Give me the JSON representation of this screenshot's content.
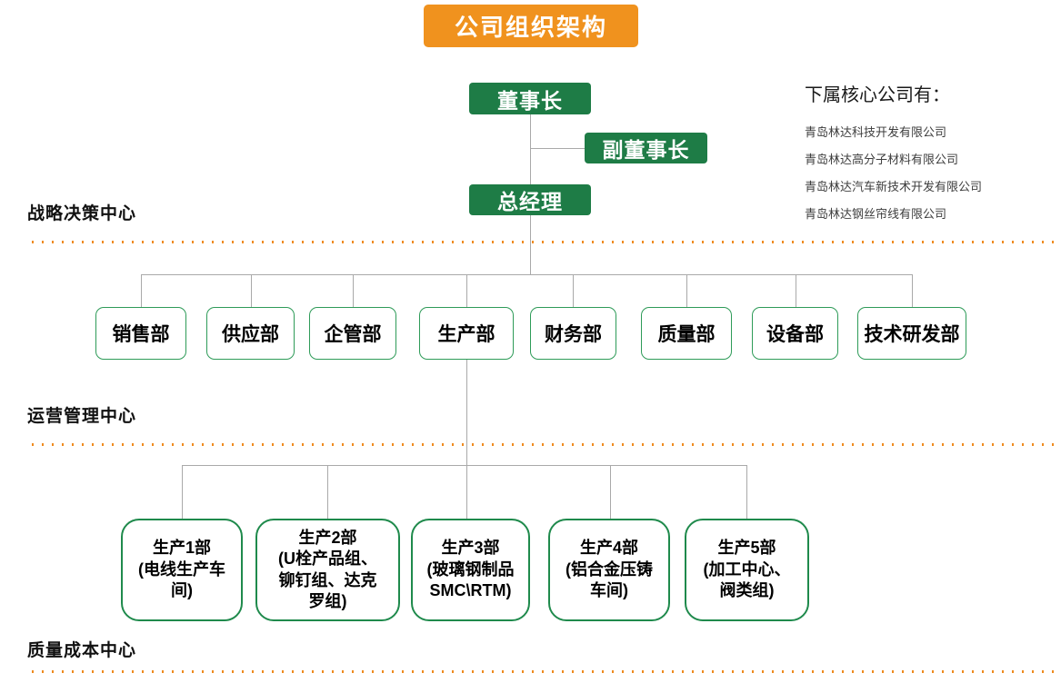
{
  "title": "公司组织架构",
  "leadership": {
    "chairman": "董事长",
    "vice_chairman": "副董事长",
    "general_manager": "总经理"
  },
  "subsidiaries": {
    "header": "下属核心公司有：",
    "companies": [
      "青岛林达科技开发有限公司",
      "青岛林达高分子材料有限公司",
      "青岛林达汽车新技术开发有限公司",
      "青岛林达钢丝帘线有限公司"
    ]
  },
  "sections": {
    "strategy": "战略决策中心",
    "operations": "运营管理中心",
    "quality": "质量成本中心"
  },
  "departments": [
    "销售部",
    "供应部",
    "企管部",
    "生产部",
    "财务部",
    "质量部",
    "设备部",
    "技术研发部"
  ],
  "production_units": [
    "生产1部\n(电线生产车\n间)",
    "生产2部\n(U栓产品组、\n铆钉组、达克\n罗组)",
    "生产3部\n(玻璃钢制品\nSMC\\RTM)",
    "生产4部\n(铝合金压铸\n车间)",
    "生产5部\n(加工中心、\n阀类组)"
  ],
  "colors": {
    "banner_orange": "#F0921E",
    "node_green": "#1E7C46",
    "box_border_green": "#2E9B58",
    "prod_border_green": "#1F8A4C",
    "dotted_orange": "#EF8B1F",
    "connector_gray": "#A9A9A9"
  }
}
